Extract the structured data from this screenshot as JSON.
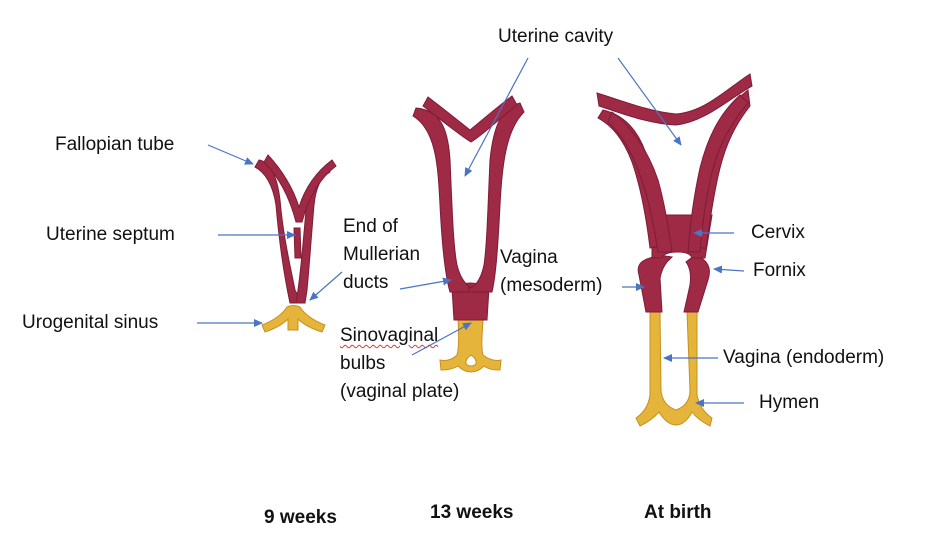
{
  "colors": {
    "mesoderm": "#9e2a46",
    "mesoderm_dark": "#7f1c36",
    "endoderm": "#e4b53a",
    "endoderm_dark": "#c98f1e",
    "arrow": "#4a74c4"
  },
  "stages": {
    "week9": "9 weeks",
    "week13": "13 weeks",
    "birth": "At birth"
  },
  "labels": {
    "fallopian_tube": "Fallopian tube",
    "uterine_septum": "Uterine septum",
    "urogenital_sinus": "Urogenital sinus",
    "end_mullerian": [
      "End of",
      "Mullerian",
      "ducts"
    ],
    "sinovaginal": [
      "Sinovaginal",
      "bulbs",
      "(vaginal plate)"
    ],
    "vagina_mesoderm": [
      "Vagina",
      "(mesoderm)"
    ],
    "uterine_cavity": "Uterine cavity",
    "cervix": "Cervix",
    "fornix": "Fornix",
    "vagina_endoderm": "Vagina (endoderm)",
    "hymen": "Hymen"
  }
}
